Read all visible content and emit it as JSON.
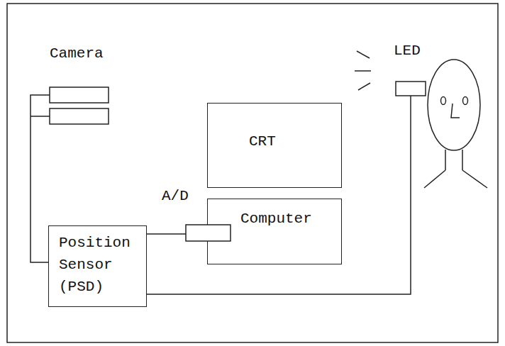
{
  "diagram": {
    "nodes": [
      {
        "text": [
          "Camera"
        ]
      },
      {
        "text": [
          "LED"
        ]
      },
      {
        "text": [
          "CRT"
        ]
      },
      {
        "text": [
          "A/D"
        ]
      },
      {
        "text": [
          "Computer"
        ]
      },
      {
        "text": [
          "Position Sensor (PSD)"
        ]
      }
    ],
    "edges": [
      {
        "from": 0,
        "to": 5,
        "arrow": "none"
      },
      {
        "from": 5,
        "to": 3,
        "arrow": "none"
      },
      {
        "from": 5,
        "to": 1,
        "arrow": "none"
      }
    ]
  }
}
